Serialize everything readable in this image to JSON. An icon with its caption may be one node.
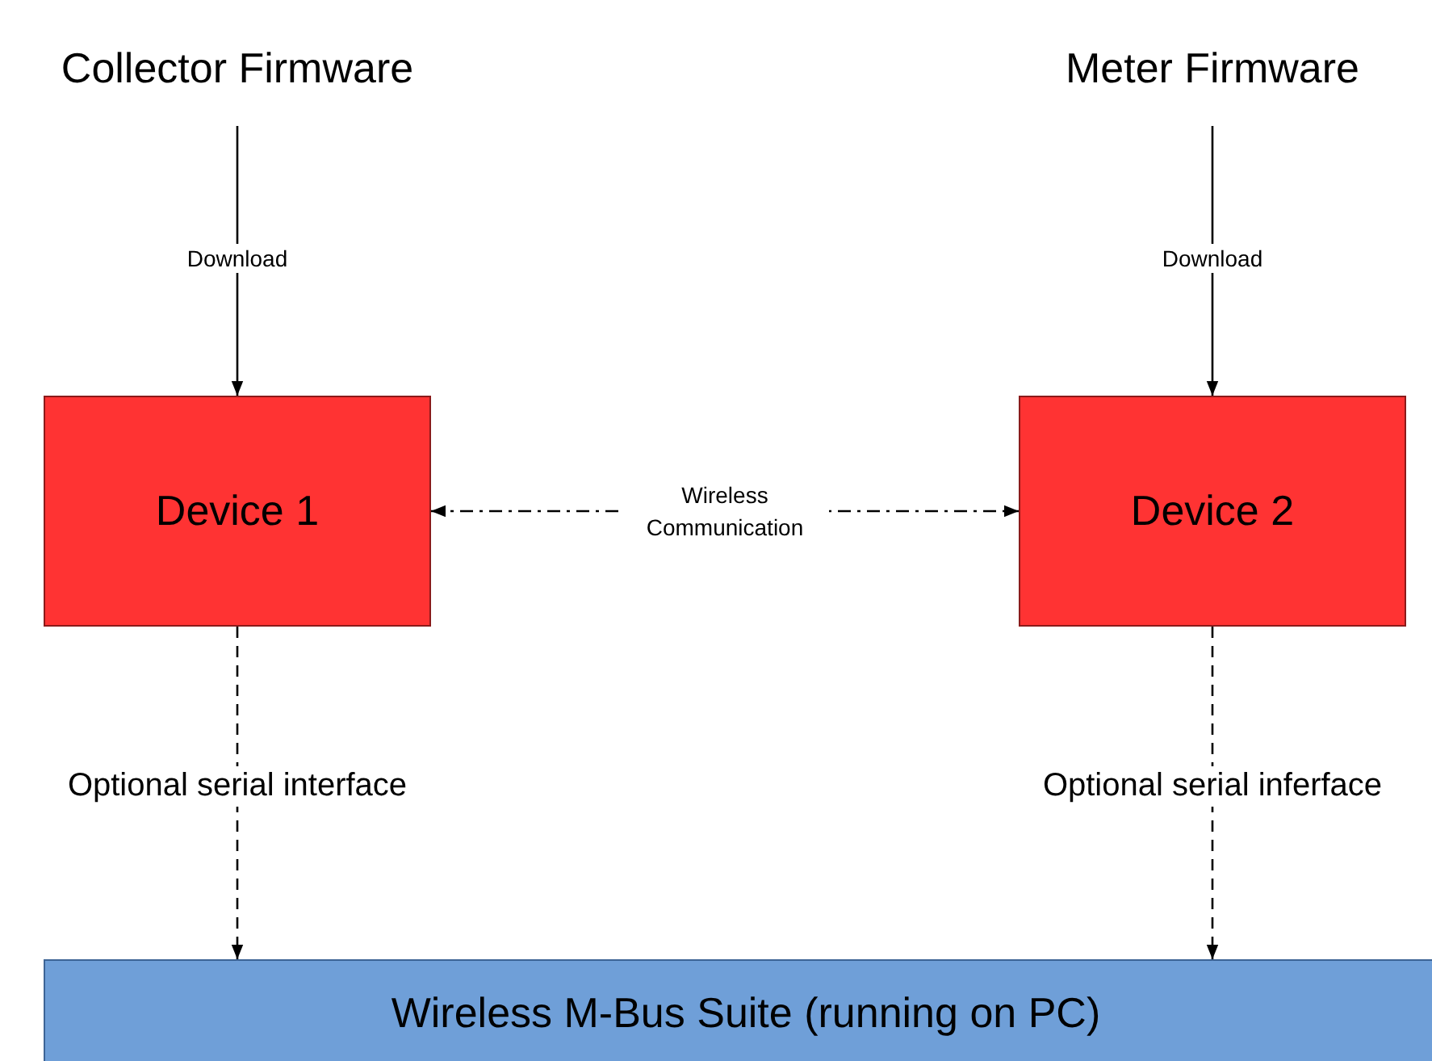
{
  "diagram": {
    "nodes": [
      {
        "text": [
          "Collector Firmware"
        ]
      },
      {
        "text": [
          "Meter Firmware"
        ]
      },
      {
        "text": [
          "Device 1"
        ]
      },
      {
        "text": [
          "Device 2"
        ]
      },
      {
        "text": [
          "Wireless M-Bus Suite (running on PC)"
        ]
      }
    ],
    "edges": [
      {
        "from": 0,
        "to": 2,
        "arrow": "to",
        "label": "Download"
      },
      {
        "from": 1,
        "to": 3,
        "arrow": "to",
        "label": "Download"
      },
      {
        "from": 2,
        "to": 3,
        "arrow": "both",
        "label": "Wireless Communication",
        "style": "dashed"
      },
      {
        "from": 2,
        "to": 4,
        "arrow": "to",
        "label": "Optional serial interface",
        "style": "dashed"
      },
      {
        "from": 3,
        "to": 4,
        "arrow": "to",
        "label": "Optional serial inferface",
        "style": "dashed"
      }
    ]
  }
}
